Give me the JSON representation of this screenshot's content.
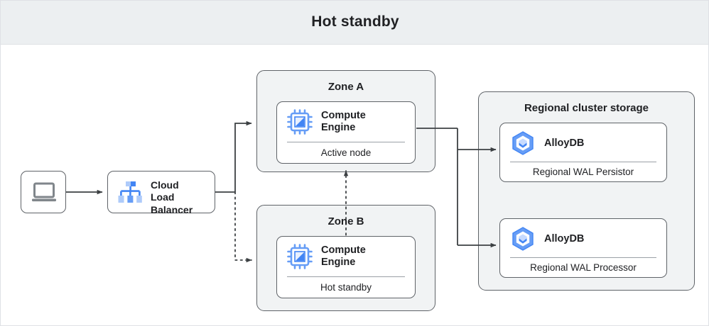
{
  "header": {
    "title": "Hot standby"
  },
  "client": {
    "icon": "laptop-icon"
  },
  "load_balancer": {
    "icon": "cloud-load-balancer-icon",
    "label": "Cloud\nLoad\nBalancer",
    "line1": "Cloud",
    "line2": "Load",
    "line3": "Balancer"
  },
  "zones": [
    {
      "title": "Zone A",
      "card": {
        "icon": "compute-engine-icon",
        "title_line1": "Compute",
        "title_line2": "Engine",
        "subtitle": "Active node"
      }
    },
    {
      "title": "Zone B",
      "card": {
        "icon": "compute-engine-icon",
        "title_line1": "Compute",
        "title_line2": "Engine",
        "subtitle": "Hot standby"
      }
    }
  ],
  "regional_storage": {
    "title": "Regional cluster storage",
    "cards": [
      {
        "icon": "alloydb-icon",
        "title": "AlloyDB",
        "subtitle": "Regional WAL Persistor"
      },
      {
        "icon": "alloydb-icon",
        "title": "AlloyDB",
        "subtitle": "Regional WAL Processor"
      }
    ]
  },
  "colors": {
    "header_background": "#eceff1",
    "panel_background": "#f1f3f4",
    "border": "#5f6368",
    "text": "#202124",
    "divider": "#9aa0a6",
    "accent_blue": "#4285f4",
    "accent_blue_light": "#a8c7fa",
    "icon_gray": "#80868b"
  }
}
